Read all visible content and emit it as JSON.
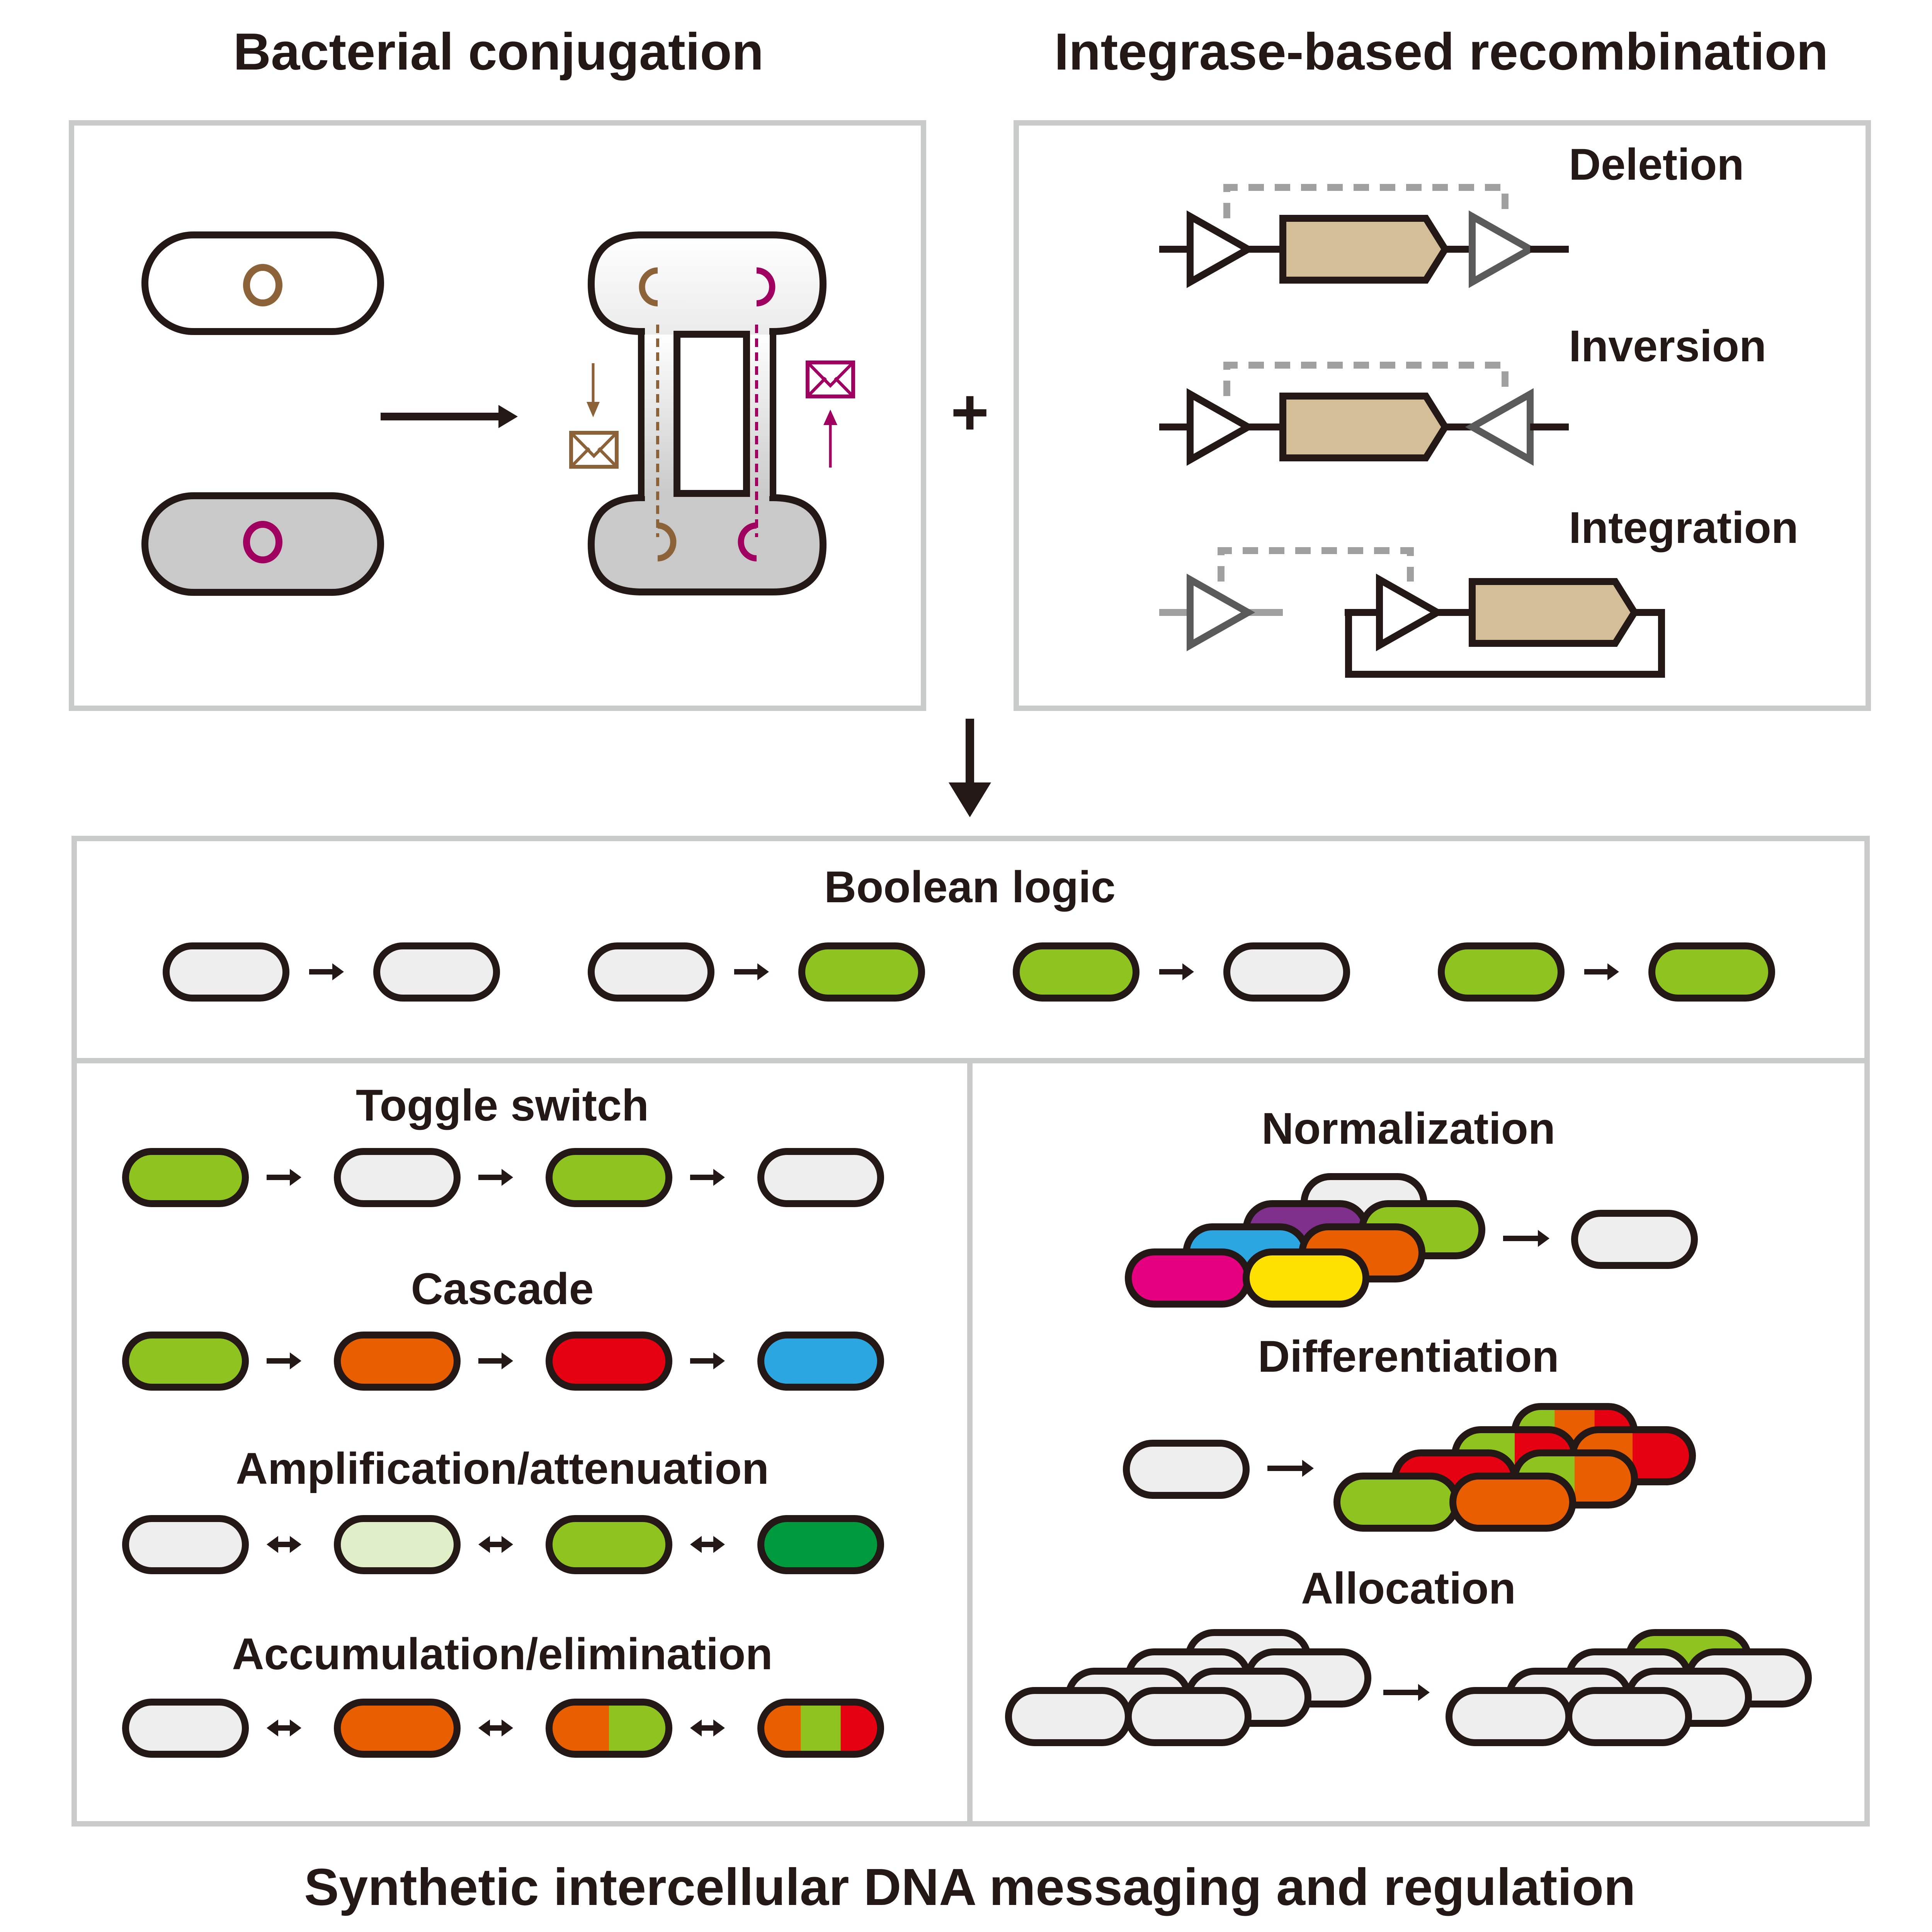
{
  "titles": {
    "conjugation": "Bacterial conjugation",
    "integrase": "Integrase-based recombination",
    "plus": "+",
    "bottom": "Synthetic intercellular DNA messaging and regulation"
  },
  "integrase": {
    "deletion": "Deletion",
    "inversion": "Inversion",
    "integration": "Integration"
  },
  "panels": {
    "boolean": "Boolean logic",
    "toggle": "Toggle switch",
    "cascade": "Cascade",
    "amplification": "Amplification/attenuation",
    "accumulation": "Accumulation/elimination",
    "normalization": "Normalization",
    "differentiation": "Differentiation",
    "allocation": "Allocation"
  },
  "colors": {
    "outline": "#231815",
    "box": "#c9caca",
    "off": "#eeeeee",
    "green": "#8fc31f",
    "lightgreen": "#e0efc8",
    "darkgreen": "#009a3e",
    "orange": "#e95f00",
    "red": "#e50012",
    "blue": "#2ca6e0",
    "purple": "#7f2f8c",
    "magenta": "#e4007f",
    "yellow": "#ffe100",
    "brown": "#8c6239",
    "plasmid_magenta": "#a0005f",
    "gene": "#d4be97",
    "grey_site": "#5a5a5a",
    "dash": "#a0a0a0",
    "recipient": "#c9c9c9"
  },
  "boolean_pairs": [
    [
      "off",
      "off"
    ],
    [
      "off",
      "green"
    ],
    [
      "green",
      "off"
    ],
    [
      "green",
      "green"
    ]
  ],
  "toggle_seq": [
    "green",
    "off",
    "green",
    "off"
  ],
  "cascade_seq": [
    "green",
    "orange",
    "red",
    "blue"
  ],
  "amplification_seq": [
    "off",
    "lightgreen",
    "green",
    "darkgreen"
  ],
  "accumulation_seq": [
    [
      "off"
    ],
    [
      "orange"
    ],
    [
      "orange",
      "green"
    ],
    [
      "orange",
      "green",
      "red"
    ]
  ]
}
